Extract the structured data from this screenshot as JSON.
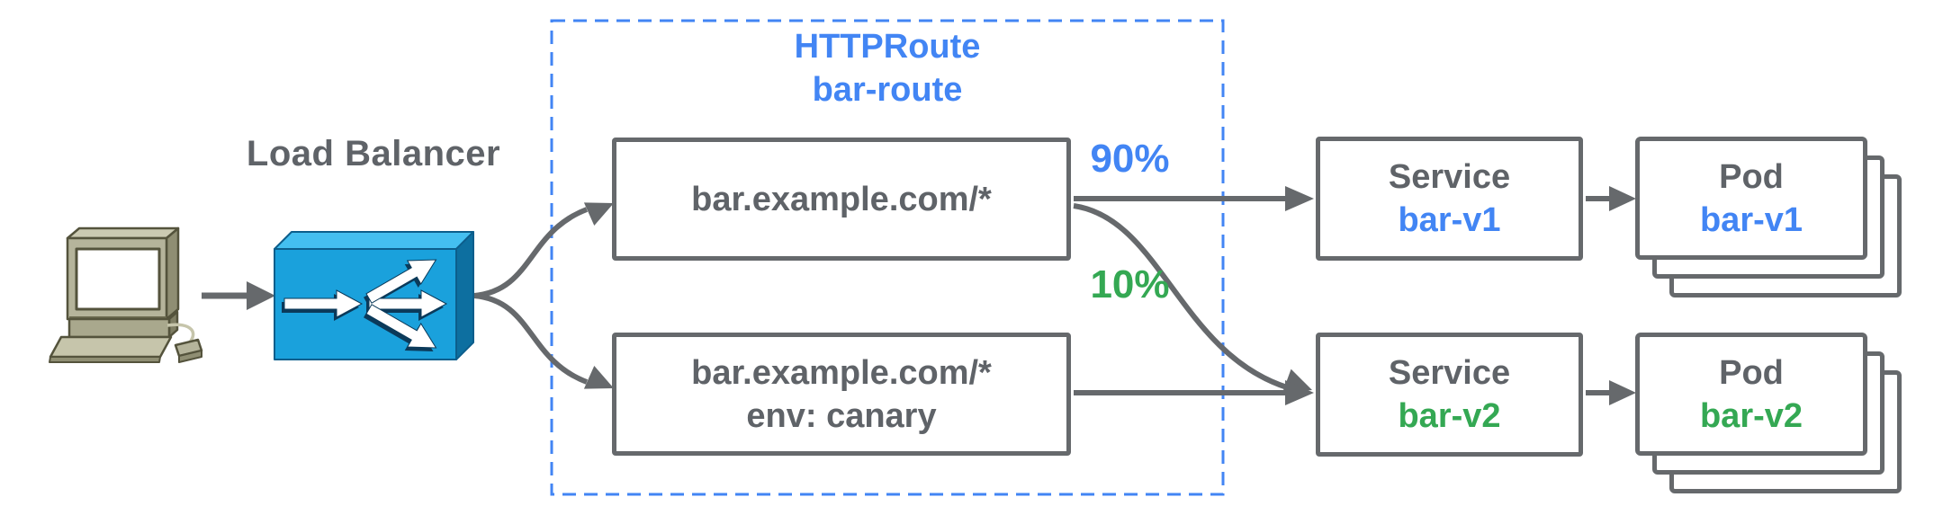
{
  "load_balancer": {
    "label": "Load Balancer"
  },
  "httproute_group": {
    "kind": "HTTPRoute",
    "name": "bar-route",
    "border_color": "#4285f4",
    "matches": [
      {
        "lines": [
          "bar.example.com/*",
          ""
        ]
      },
      {
        "lines": [
          "bar.example.com/*",
          "env: canary"
        ]
      }
    ],
    "weights": [
      {
        "label": "90%",
        "color": "#4285f4",
        "target": "bar-v1"
      },
      {
        "label": "10%",
        "color": "#34a853",
        "target": "bar-v2"
      }
    ]
  },
  "services": [
    {
      "kind": "Service",
      "name": "bar-v1",
      "name_color": "#4285f4"
    },
    {
      "kind": "Service",
      "name": "bar-v2",
      "name_color": "#34a853"
    }
  ],
  "pods": [
    {
      "kind": "Pod",
      "name": "bar-v1",
      "name_color": "#4285f4",
      "stack_layers": 3
    },
    {
      "kind": "Pod",
      "name": "bar-v2",
      "name_color": "#34a853",
      "stack_layers": 3
    }
  ],
  "icons": {
    "client": "desktop-computer-icon",
    "load_balancer": "load-balancer-icon"
  },
  "colors": {
    "accent_blue": "#4285f4",
    "accent_green": "#34a853",
    "text_gray": "#5f6368",
    "line_gray": "#66696c",
    "lb_front": "#1aa1dc",
    "lb_top": "#44bff0",
    "lb_side": "#0d6fa0",
    "computer_body": "#b5b49b"
  }
}
